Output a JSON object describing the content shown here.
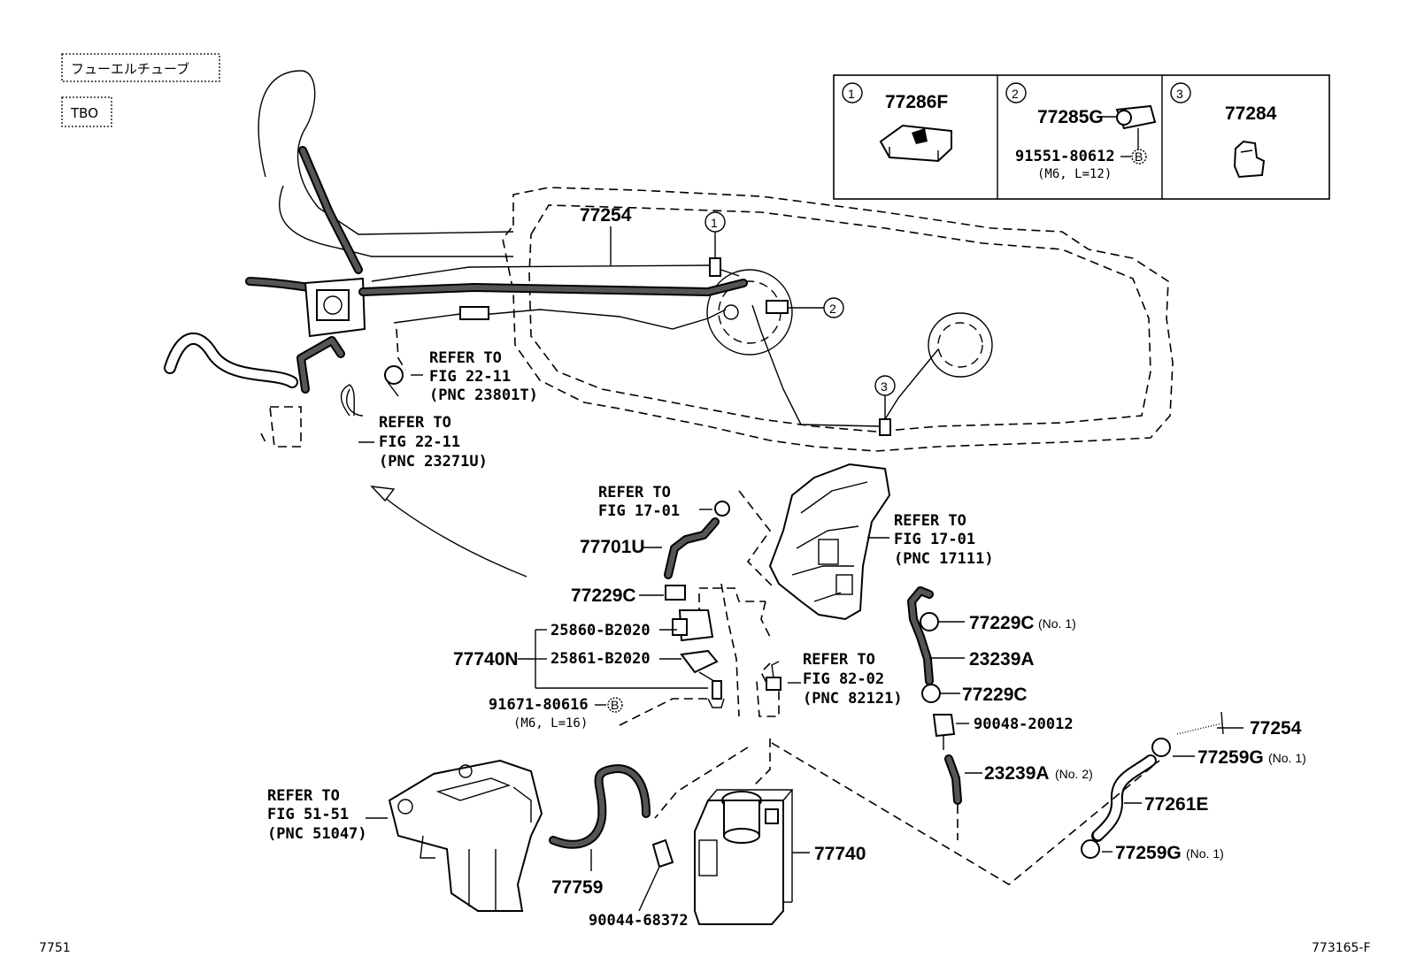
{
  "header": {
    "tag_name": "フューエルチューブ",
    "tag_code": "TBO"
  },
  "legend": {
    "box1": {
      "num": "1",
      "part": "77286F"
    },
    "box2": {
      "num": "2",
      "part": "77285G",
      "bolt": "91551-80612",
      "bolt_mark": "B",
      "bolt_spec": "(M6, L=12)"
    },
    "box3": {
      "num": "3",
      "part": "77284"
    }
  },
  "labels": {
    "p77254_top": "77254",
    "callout1": "1",
    "callout2": "2",
    "callout3": "3",
    "refer_a": {
      "l1": "REFER TO",
      "l2": "FIG 22-11",
      "l3": "(PNC 23801T)"
    },
    "refer_b": {
      "l1": "REFER TO",
      "l2": "FIG 22-11",
      "l3": "(PNC 23271U)"
    },
    "refer_c": {
      "l1": "REFER TO",
      "l2": "FIG 17-01"
    },
    "refer_d": {
      "l1": "REFER TO",
      "l2": "FIG 17-01",
      "l3": "(PNC 17111)"
    },
    "refer_e": {
      "l1": "REFER TO",
      "l2": "FIG 82-02",
      "l3": "(PNC 82121)"
    },
    "refer_f": {
      "l1": "REFER TO",
      "l2": "FIG 51-51",
      "l3": "(PNC 51047)"
    },
    "p77701U": "77701U",
    "p77229C_a": "77229C",
    "p25860": "25860-B2020",
    "p77740N": "77740N",
    "p25861": "25861-B2020",
    "p91671": "91671-80616",
    "p91671_mark": "B",
    "p91671_spec": "(M6, L=16)",
    "p77229C_no1": "77229C",
    "p77229C_no1_sub": "(No. 1)",
    "p23239A": "23239A",
    "p77229C_b": "77229C",
    "p90048": "90048-20012",
    "p23239A_no2": "23239A",
    "p23239A_no2_sub": "(No. 2)",
    "p77254_r": "77254",
    "p77259G_a": "77259G",
    "p77259G_a_sub": "(No. 1)",
    "p77261E": "77261E",
    "p77259G_b": "77259G",
    "p77259G_b_sub": "(No. 1)",
    "p77740": "77740",
    "p77759": "77759",
    "p90044": "90044-68372"
  },
  "footer": {
    "left": "7751",
    "right": "773165-F"
  }
}
